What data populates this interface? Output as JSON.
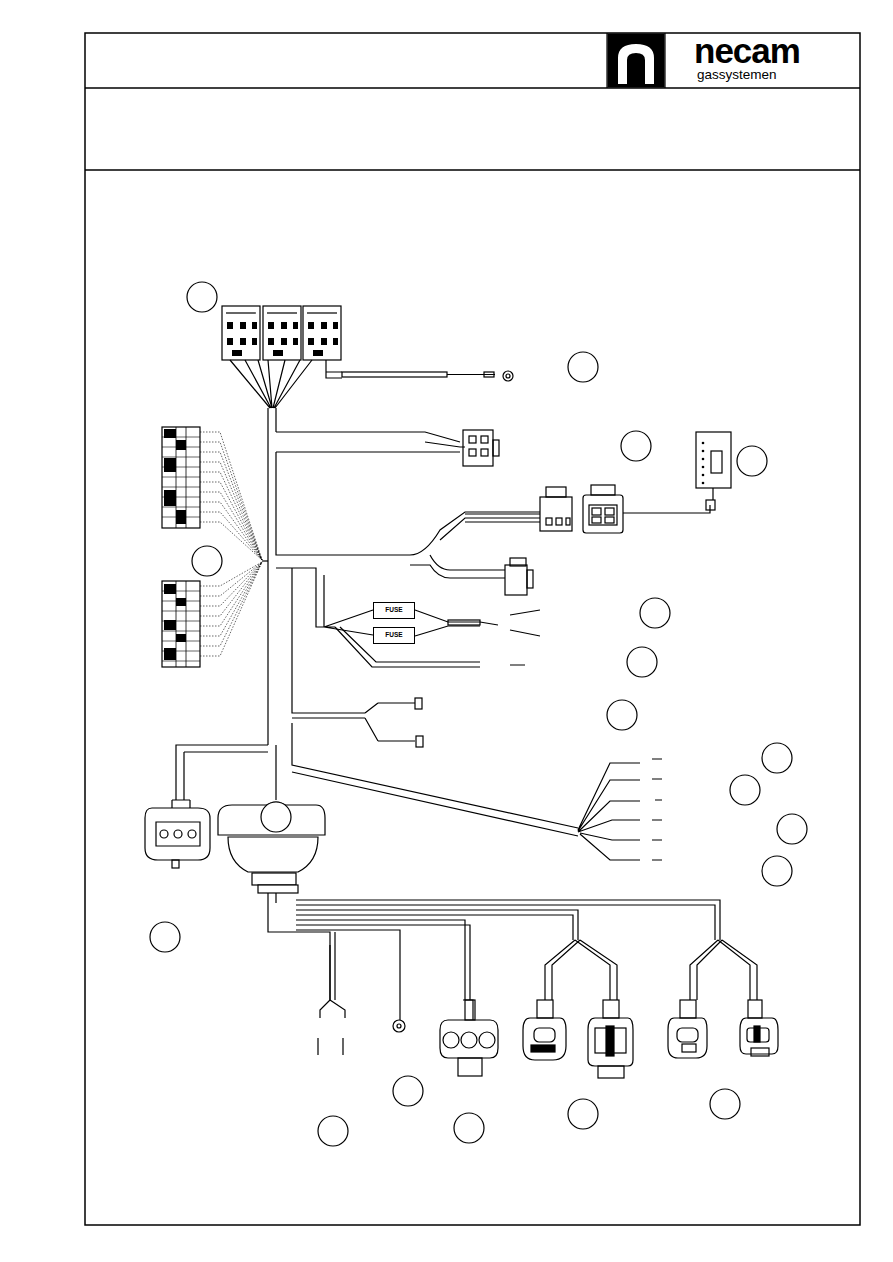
{
  "diagram": {
    "nodes": [
      {
        "text": [
          "FUSE"
        ]
      },
      {
        "text": [
          "FUSE"
        ]
      }
    ],
    "labels": [
      "necam",
      "gassystemen"
    ]
  }
}
